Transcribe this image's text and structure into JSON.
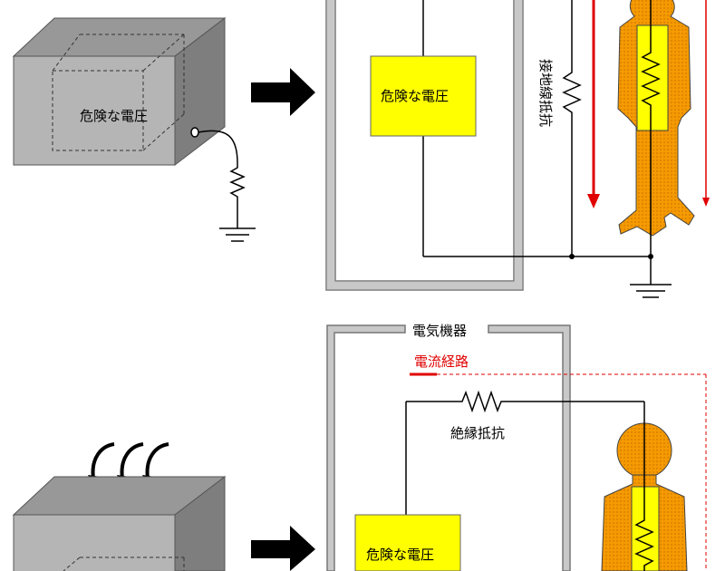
{
  "top": {
    "box_label": "危険な電圧",
    "hazard_label": "危険な電圧",
    "ground_resistor_label": "接地線抵抗"
  },
  "bottom": {
    "device_label": "電気機器",
    "current_path_label": "電流経路",
    "insulation_label": "絶縁抵抗",
    "hazard_label": "危険な電圧"
  },
  "colors": {
    "hazard_fill": "#ffff00",
    "body_fill": "#f59a00",
    "current_arrow": "#e00000",
    "box_front": "#b5b5b5",
    "box_top": "#989898",
    "box_side": "#7e7e7e",
    "enclosure": "#c8c8c8"
  }
}
